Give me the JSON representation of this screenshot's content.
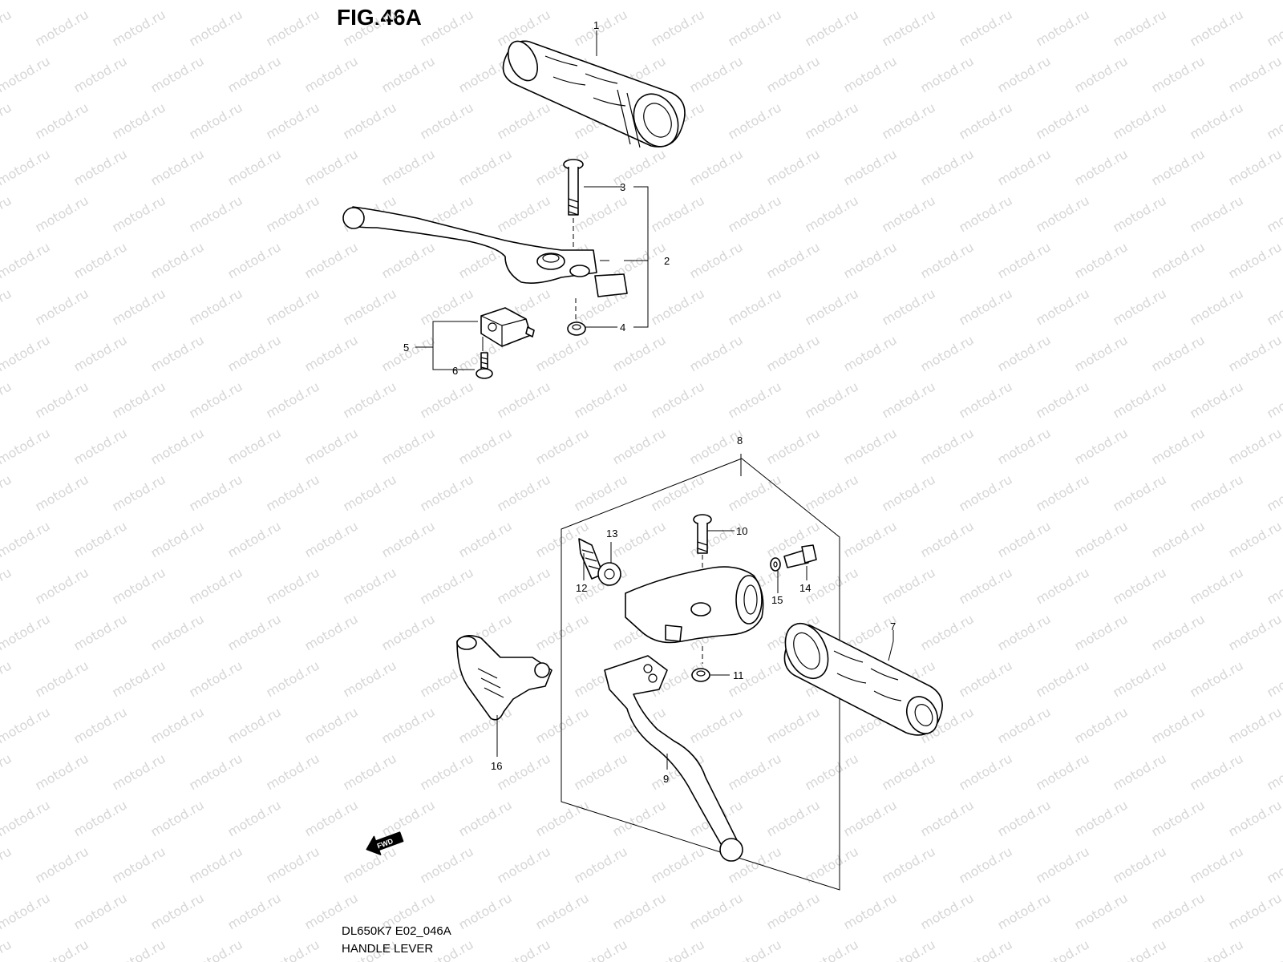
{
  "figure_title": "FIG.46A",
  "model_code": "DL650K7 E02_046A",
  "section_name": "HANDLE LEVER",
  "watermark": "motod.ru",
  "fwd_label": "FWD",
  "callouts": {
    "c1": "1",
    "c2": "2",
    "c3": "3",
    "c4": "4",
    "c5": "5",
    "c6": "6",
    "c7": "7",
    "c8": "8",
    "c9": "9",
    "c10": "10",
    "c11": "11",
    "c12": "12",
    "c13": "13",
    "c14": "14",
    "c15": "15",
    "c16": "16"
  }
}
